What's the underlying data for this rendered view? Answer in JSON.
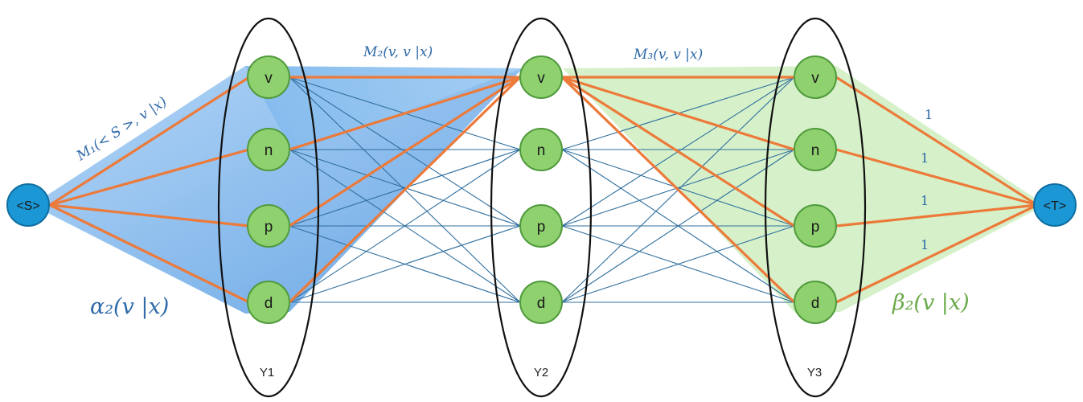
{
  "colors": {
    "alpha_fill": "#5aa2e6",
    "beta_fill": "#cfeec0",
    "highlight_edge": "#ec7a3a",
    "thin_edge": "#2f6f9e",
    "state_fill": "#8fd06f",
    "state_stroke": "#4f9a3c",
    "end_fill": "#1b97d6",
    "end_stroke": "#0f6ea0",
    "blue_label": "#2e6aa8",
    "green_label": "#6aaa4a",
    "ellipse": "#111111"
  },
  "start_node": {
    "label": "<S>"
  },
  "end_node": {
    "label": "<T>"
  },
  "columns": [
    {
      "label": "Y1",
      "states": [
        "v",
        "n",
        "p",
        "d"
      ]
    },
    {
      "label": "Y2",
      "states": [
        "v",
        "n",
        "p",
        "d"
      ]
    },
    {
      "label": "Y3",
      "states": [
        "v",
        "n",
        "p",
        "d"
      ]
    }
  ],
  "labels": {
    "m1": "M₁(< S >, v |x)",
    "m2": "M₂(v, v |x)",
    "m3": "M₃(v, v |x)",
    "alpha": "α₂(v |x)",
    "beta": "β₂(v |x)",
    "ones": [
      "1",
      "1",
      "1",
      "1"
    ]
  }
}
